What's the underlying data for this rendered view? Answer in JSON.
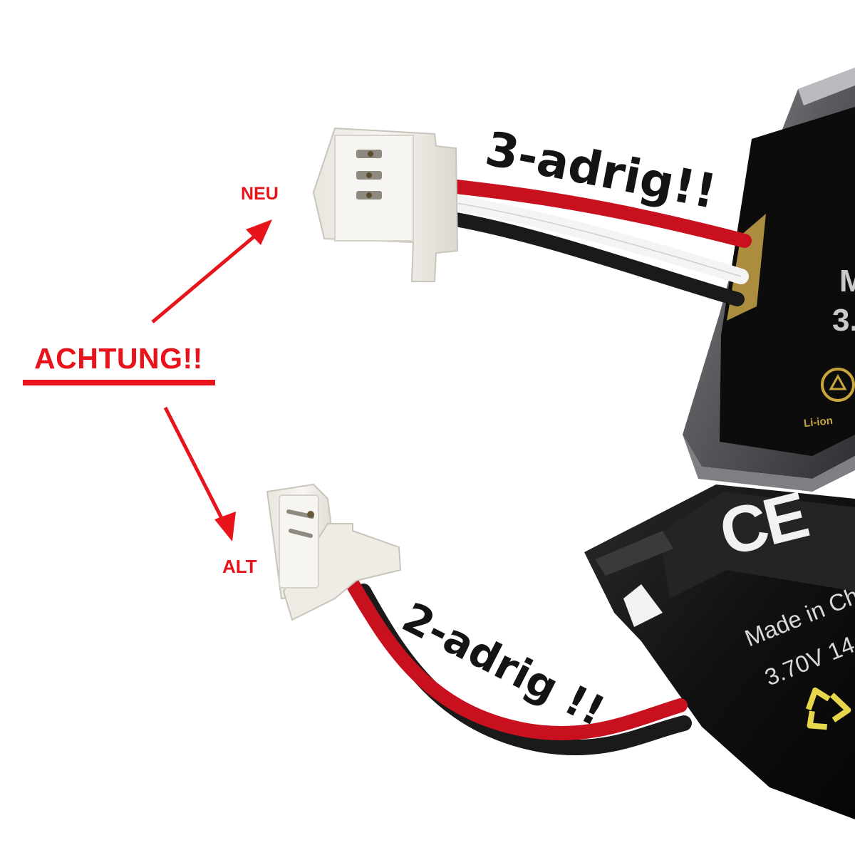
{
  "labels": {
    "new": "NEU",
    "old": "ALT",
    "warning": "ACHTUNG!!",
    "three_wire": "3-adrig!!",
    "two_wire": "2-adrig !!"
  },
  "battery_print": {
    "made_in": "Made in Ch",
    "spec": "3.70V 14",
    "ce_mark": "CE",
    "top_partial_1": "M",
    "top_partial_2": "3.",
    "li_ion": "Li-ion"
  },
  "colors": {
    "annotation_red": "#e8141b",
    "handwriting": "#141414",
    "wire_red": "#c8101e",
    "wire_black": "#1a1a1a",
    "wire_white": "#f4f4f4",
    "connector": "#f1efea",
    "battery_silver": "#6e7073",
    "battery_dark": "#151515",
    "recycle_yellow": "#e8d64a"
  },
  "icons": {
    "recycle": "recycle-icon",
    "arrow_up": "arrow-up-right-icon",
    "arrow_down": "arrow-down-right-icon"
  }
}
